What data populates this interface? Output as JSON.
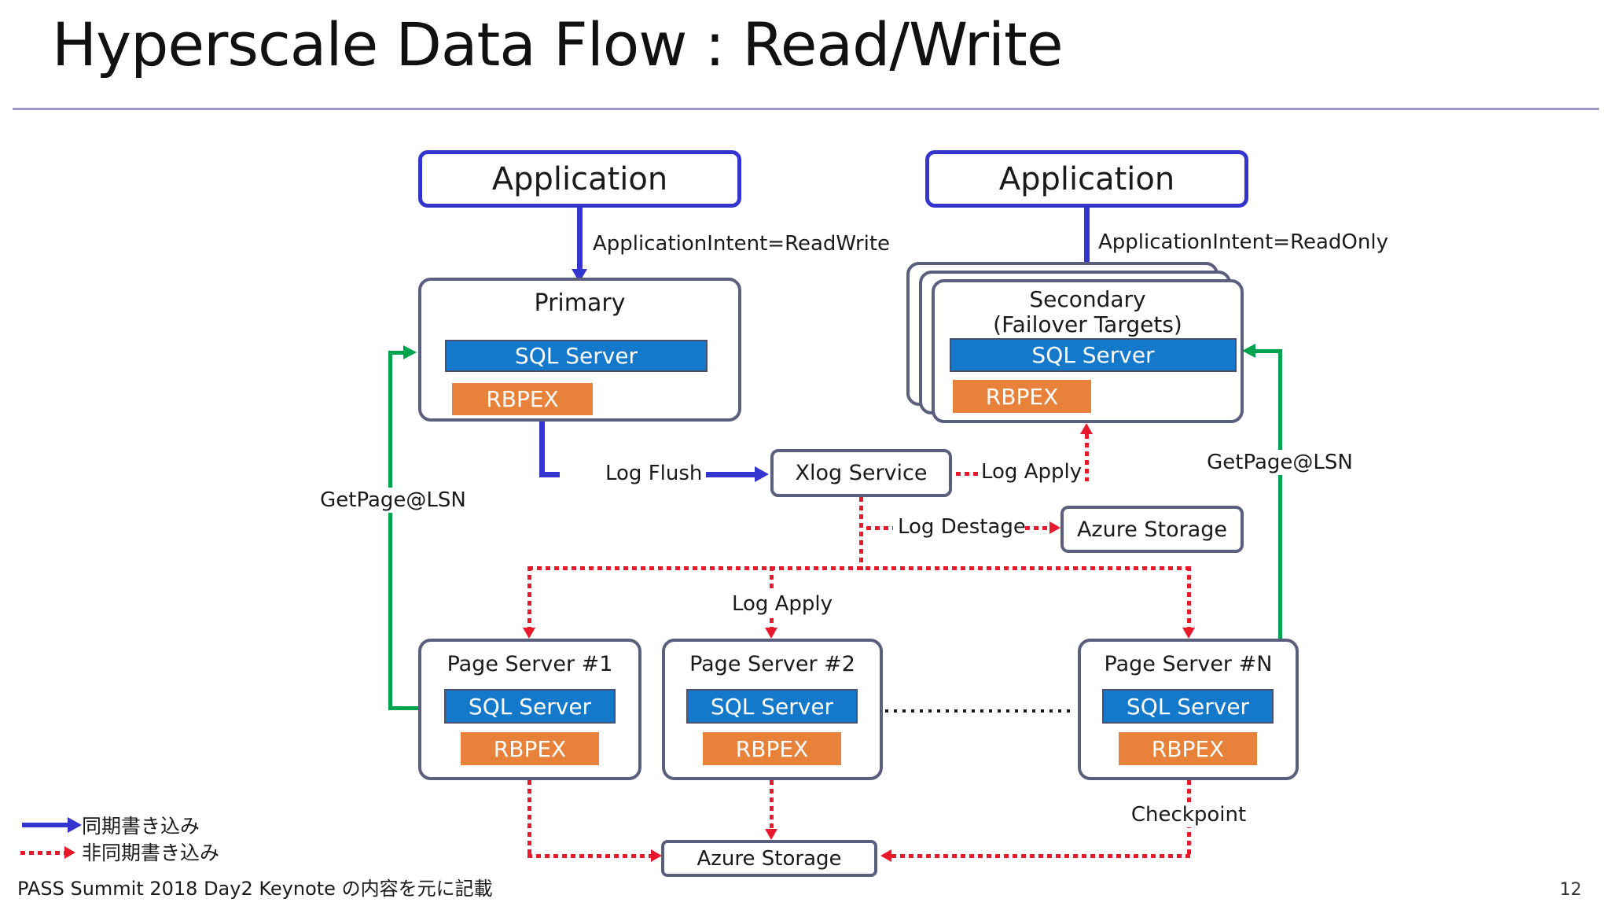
{
  "slide": {
    "title": "Hyperscale Data Flow : Read/Write",
    "footer": "PASS Summit 2018 Day2 Keynote の内容を元に記載",
    "page_number": "12"
  },
  "nodes": {
    "application_left": {
      "label": "Application"
    },
    "application_right": {
      "label": "Application"
    },
    "primary": {
      "title": "Primary",
      "sql": "SQL Server",
      "rbpex": "RBPEX"
    },
    "secondary": {
      "title": "Secondary",
      "subtitle": "(Failover Targets)",
      "sql": "SQL Server",
      "rbpex": "RBPEX"
    },
    "xlog_service": {
      "label": "Xlog Service"
    },
    "azure_storage_log": {
      "label": "Azure Storage"
    },
    "azure_storage_bottom": {
      "label": "Azure Storage"
    },
    "page_server_1": {
      "title": "Page Server #1",
      "sql": "SQL Server",
      "rbpex": "RBPEX"
    },
    "page_server_2": {
      "title": "Page Server #2",
      "sql": "SQL Server",
      "rbpex": "RBPEX"
    },
    "page_server_n": {
      "title": "Page Server #N",
      "sql": "SQL Server",
      "rbpex": "RBPEX"
    }
  },
  "edges": {
    "intent_readwrite": "ApplicationIntent=ReadWrite",
    "intent_readonly": "ApplicationIntent=ReadOnly",
    "log_flush": "Log Flush",
    "log_apply_secondary": "Log Apply",
    "log_destage": "Log Destage",
    "log_apply_page_servers": "Log Apply",
    "getpage_left": "GetPage@LSN",
    "getpage_right": "GetPage@LSN",
    "checkpoint": "Checkpoint"
  },
  "legend": {
    "sync_write": "同期書き込み",
    "async_write": "非同期書き込み"
  },
  "colors": {
    "accent_blue": "#3434cf",
    "box_border": "#5a5f7d",
    "sql_server_fill": "#1478cb",
    "rbpex_fill": "#e8823b",
    "sync_arrow": "#3434cf",
    "async_arrow": "#e8192b",
    "getpage_arrow": "#00a44f",
    "divider": "#9a9ac4"
  }
}
